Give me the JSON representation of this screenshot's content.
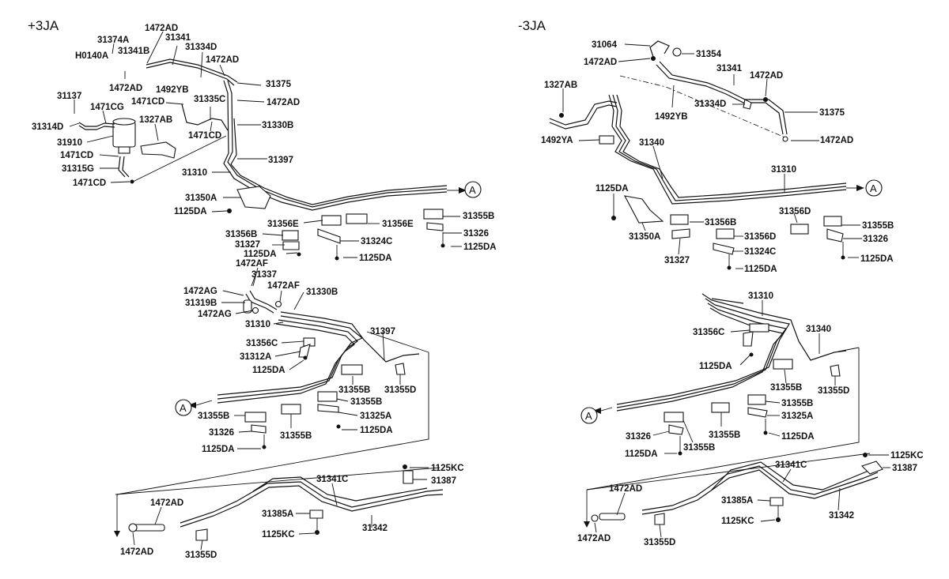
{
  "variants": {
    "left": "+3JA",
    "right": "-3JA"
  },
  "ref_marker": "A",
  "left_labels": {
    "l1": "1472AD",
    "l2": "31374A",
    "l3": "31341",
    "l4": "31334D",
    "l5": "1472AD",
    "l6": "H0140A",
    "l7": "31341B",
    "l8": "1472AD",
    "l9": "1492YB",
    "l10": "31375",
    "l11": "31137",
    "l12": "1471CG",
    "l13": "1471CD",
    "l14": "31335C",
    "l15": "1472AD",
    "l16": "31314D",
    "l17": "1327AB",
    "l18": "31330B",
    "l19": "31910",
    "l20": "1471CD",
    "l21": "1471CD",
    "l22": "31315G",
    "l23": "31397",
    "l24": "31310",
    "l25": "1471CD",
    "l26": "31350A",
    "l27": "1125DA",
    "l28": "31356E",
    "l29": "31356E",
    "l30": "31355B",
    "l31": "31356B",
    "l32": "31324C",
    "l33": "31326",
    "l34": "31327",
    "l35": "1125DA",
    "l36": "1125DA",
    "l37": "1125DA",
    "l38": "1472AF",
    "l39": "31337",
    "l40": "1472AG",
    "l41": "1472AF",
    "l42": "31330B",
    "l43": "31319B",
    "l44": "1472AG",
    "l45": "31310",
    "l46": "31397",
    "l47": "31356C",
    "l48": "31312A",
    "l49": "1125DA",
    "l50": "31355B",
    "l51": "31355D",
    "l52": "31355B",
    "l53": "31355B",
    "l54": "31325A",
    "l55": "31326",
    "l56": "31355B",
    "l57": "1125DA",
    "l58": "1125DA",
    "l59": "1125KC",
    "l60": "31387",
    "l61": "31341C",
    "l62": "1472AD",
    "l63": "31385A",
    "l64": "31342",
    "l65": "1125KC",
    "l66": "1472AD",
    "l67": "31355D"
  },
  "right_labels": {
    "r1": "31064",
    "r2": "31354",
    "r3": "1472AD",
    "r4": "31341",
    "r5": "1472AD",
    "r6": "1327AB",
    "r7": "31334D",
    "r8": "31375",
    "r9": "1492YB",
    "r10": "1492YA",
    "r11": "31340",
    "r12": "1472AD",
    "r13": "31310",
    "r14": "1125DA",
    "r15": "31356D",
    "r16": "31356B",
    "r17": "31355B",
    "r18": "31356D",
    "r19": "31326",
    "r20": "31350A",
    "r21": "31324C",
    "r22": "31327",
    "r23": "1125DA",
    "r24": "1125DA",
    "r25": "31310",
    "r26": "31356C",
    "r27": "31340",
    "r28": "1125DA",
    "r29": "31355B",
    "r30": "31355D",
    "r31": "31355B",
    "r32": "31325A",
    "r33": "31326",
    "r34": "31355B",
    "r35": "1125DA",
    "r36": "1125DA",
    "r37": "31355B",
    "r38": "1125KC",
    "r39": "31341C",
    "r40": "31387",
    "r41": "1472AD",
    "r42": "31385A",
    "r43": "31342",
    "r44": "1125KC",
    "r45": "1472AD",
    "r46": "31355D"
  }
}
